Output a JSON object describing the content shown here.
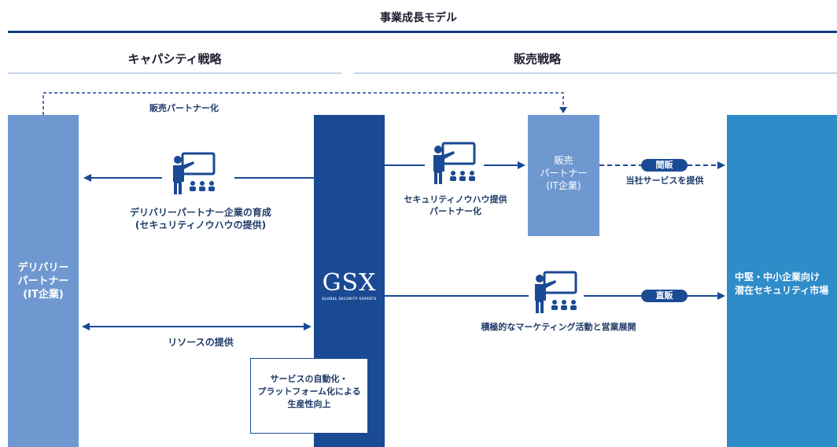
{
  "title": "事業成長モデル",
  "sections": {
    "capacity": "キャパシティ戦略",
    "sales": "販売戦略"
  },
  "columns": {
    "delivery_partner": [
      "デリバリー",
      "パートナー",
      "(IT企業)"
    ],
    "gsx_logo": "GSX",
    "gsx_sub": "GLOBAL SECURITY EXPERTS",
    "sales_partner": [
      "販売",
      "パートナー",
      "(IT企業)"
    ],
    "market": [
      "中堅・中小企業向け",
      "潜在セキュリティ市場"
    ]
  },
  "labels": {
    "sales_partnering": "販売パートナー化",
    "delivery_training_line1": "デリバリーパートナー企業の育成",
    "delivery_training_line2": "(セキュリティノウハウの提供)",
    "resource_provision": "リソースの提供",
    "know_how_line1": "セキュリティノウハウ提供",
    "know_how_line2": "パートナー化",
    "indirect_desc": "当社サービスを提供",
    "marketing": "積極的なマーケティング活動と営業展開"
  },
  "pills": {
    "indirect": "間販",
    "direct": "直販"
  },
  "automation_box": [
    "サービスの自動化・",
    "プラットフォーム化による",
    "生産性向上"
  ],
  "icons": {
    "teacher": "presenter-board-icon"
  },
  "colors": {
    "navy": "#1a4a94",
    "light_blue": "#6f98d0",
    "cyan": "#2e8cc9",
    "rule": "#173f80"
  }
}
